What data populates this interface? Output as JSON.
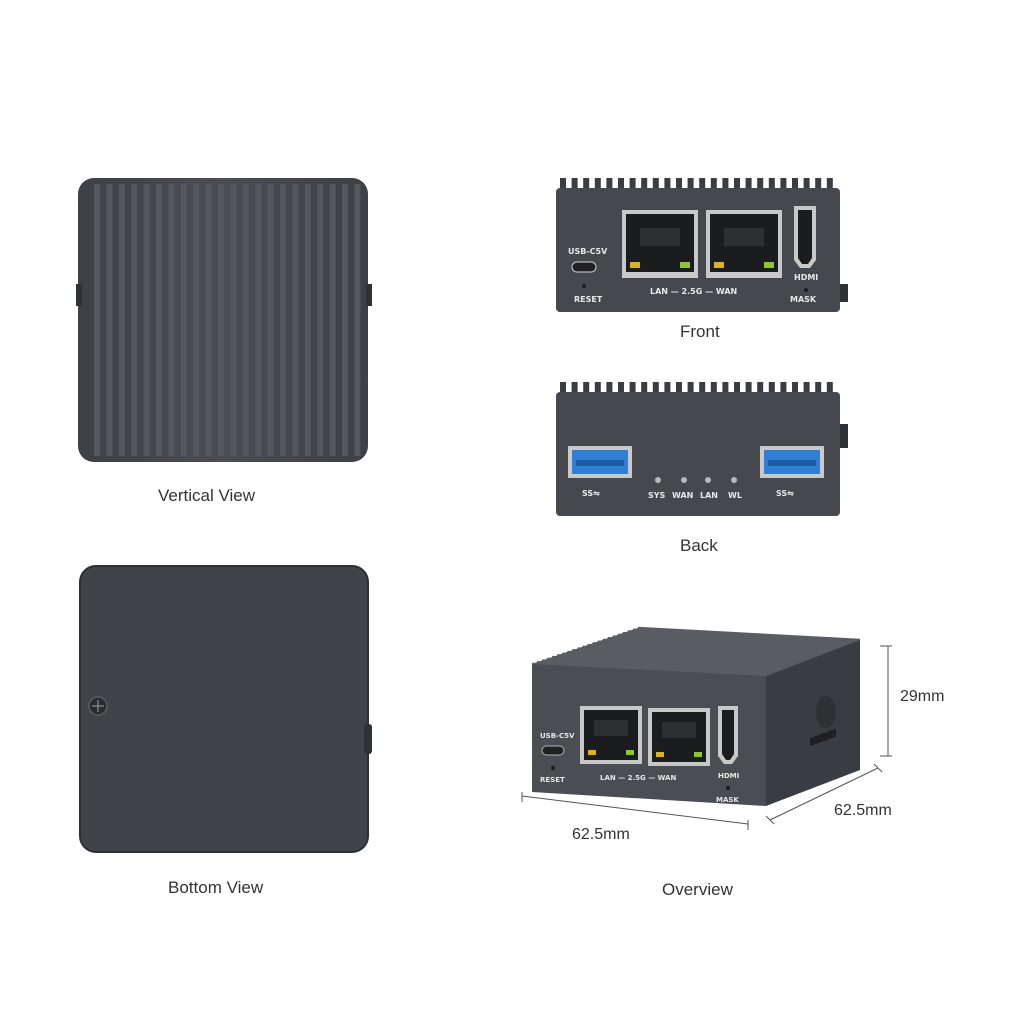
{
  "colors": {
    "body": "#45484c",
    "body_dark": "#2f3235",
    "body_light": "#5b5f63",
    "fin": "#3a3d41",
    "usb_blue": "#2f7fd6",
    "rj45_inner": "#1a1c1e",
    "led": "#b9b9b9",
    "background": "#ffffff",
    "text": "#333333"
  },
  "captions": {
    "vertical_view": "Vertical View",
    "bottom_view": "Bottom View",
    "front": "Front",
    "back": "Back",
    "overview": "Overview"
  },
  "front_labels": {
    "usb_c": "USB-C5V",
    "reset": "RESET",
    "lan_wan": "LAN — 2.5G — WAN",
    "hdmi": "HDMI",
    "mask": "MASK"
  },
  "back_labels": {
    "usb3_left": "SS⇋",
    "usb3_right": "SS⇋",
    "leds": [
      "SYS",
      "WAN",
      "LAN",
      "WL"
    ]
  },
  "dimensions": {
    "height": "29mm",
    "depth": "62.5mm",
    "width": "62.5mm"
  }
}
